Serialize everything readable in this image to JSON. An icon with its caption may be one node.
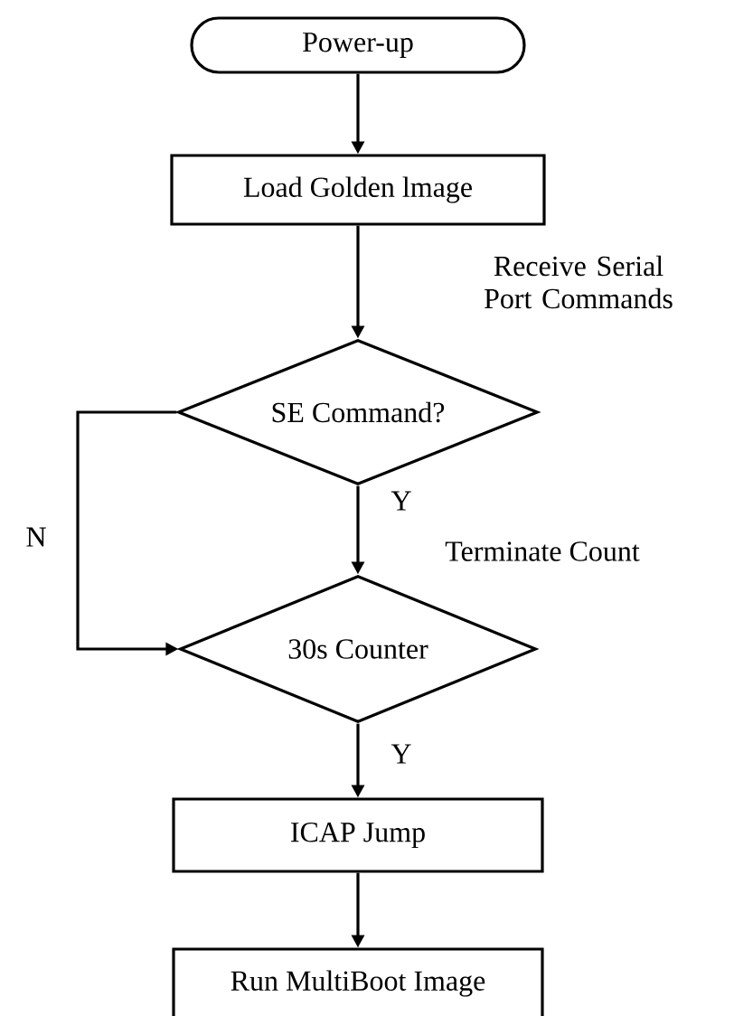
{
  "diagram": {
    "nodes": [
      {
        "text": [
          "Power-up"
        ]
      },
      {
        "text": [
          "Load Golden lmage"
        ]
      },
      {
        "text": [
          "SE Command?"
        ]
      },
      {
        "text": [
          "30s Counter"
        ]
      },
      {
        "text": [
          "ICAP Jump"
        ]
      },
      {
        "text": [
          "Run MultiBoot Image"
        ]
      }
    ],
    "edges": [
      {
        "from": 0,
        "to": 1,
        "arrow": "to"
      },
      {
        "from": 1,
        "to": 2,
        "arrow": "to",
        "label": "Receive Serial Port Commands"
      },
      {
        "from": 2,
        "to": 3,
        "arrow": "to",
        "label": "Y"
      },
      {
        "from": 2,
        "to": 3,
        "arrow": "to",
        "label": "N"
      },
      {
        "from": 3,
        "to": 4,
        "arrow": "to",
        "label": "Y"
      },
      {
        "from": 4,
        "to": 5,
        "arrow": "to"
      }
    ],
    "labels": [
      "Terminate Count"
    ]
  }
}
